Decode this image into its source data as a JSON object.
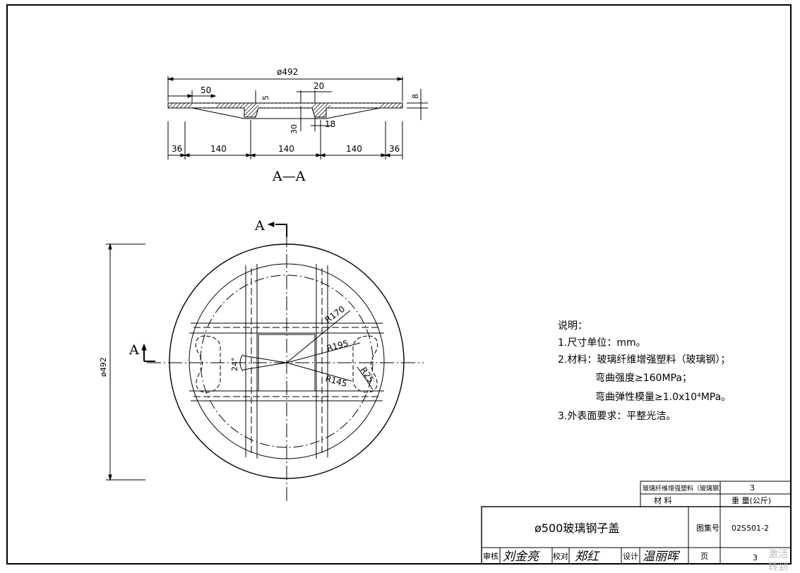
{
  "section": {
    "overall_dim": "ø492",
    "rim_dim": "50",
    "thickness_top": "5",
    "rib_width": "20",
    "edge_thickness": "8",
    "rib_depth": "30",
    "rib_inner": "18",
    "spans": [
      "36",
      "140",
      "140",
      "140",
      "36"
    ],
    "label": "A—A"
  },
  "plan": {
    "cut_marker": "A",
    "diameter_dim": "ø492",
    "angle": "24°",
    "radii": [
      "R170",
      "R195",
      "R145",
      "R25"
    ]
  },
  "notes": {
    "title": "说明：",
    "lines": [
      "1.尺寸单位：mm。",
      "2.材料：玻璃纤维增强塑料（玻璃钢）；",
      "弯曲强度≥160MPa；",
      "弯曲弹性模量≥1.0x10⁴MPa。",
      "3.外表面要求：平整光洁。"
    ]
  },
  "title_block": {
    "material_value": "玻璃纤维增强塑料（玻璃钢）",
    "weight_value": "3",
    "material_header": "材    料",
    "weight_header": "重  量(公斤)",
    "drawing_title": "ø500玻璃钢子盖",
    "atlas_label": "图集号",
    "atlas_number": "02S501-2",
    "review_label": "审核",
    "review_sig": "刘金亮",
    "check_label": "校对",
    "check_sig": "郑红",
    "design_label": "设计",
    "design_sig": "温丽晖",
    "page_label": "页",
    "page_number": "3"
  },
  "watermark": [
    "激活",
    "转到"
  ]
}
